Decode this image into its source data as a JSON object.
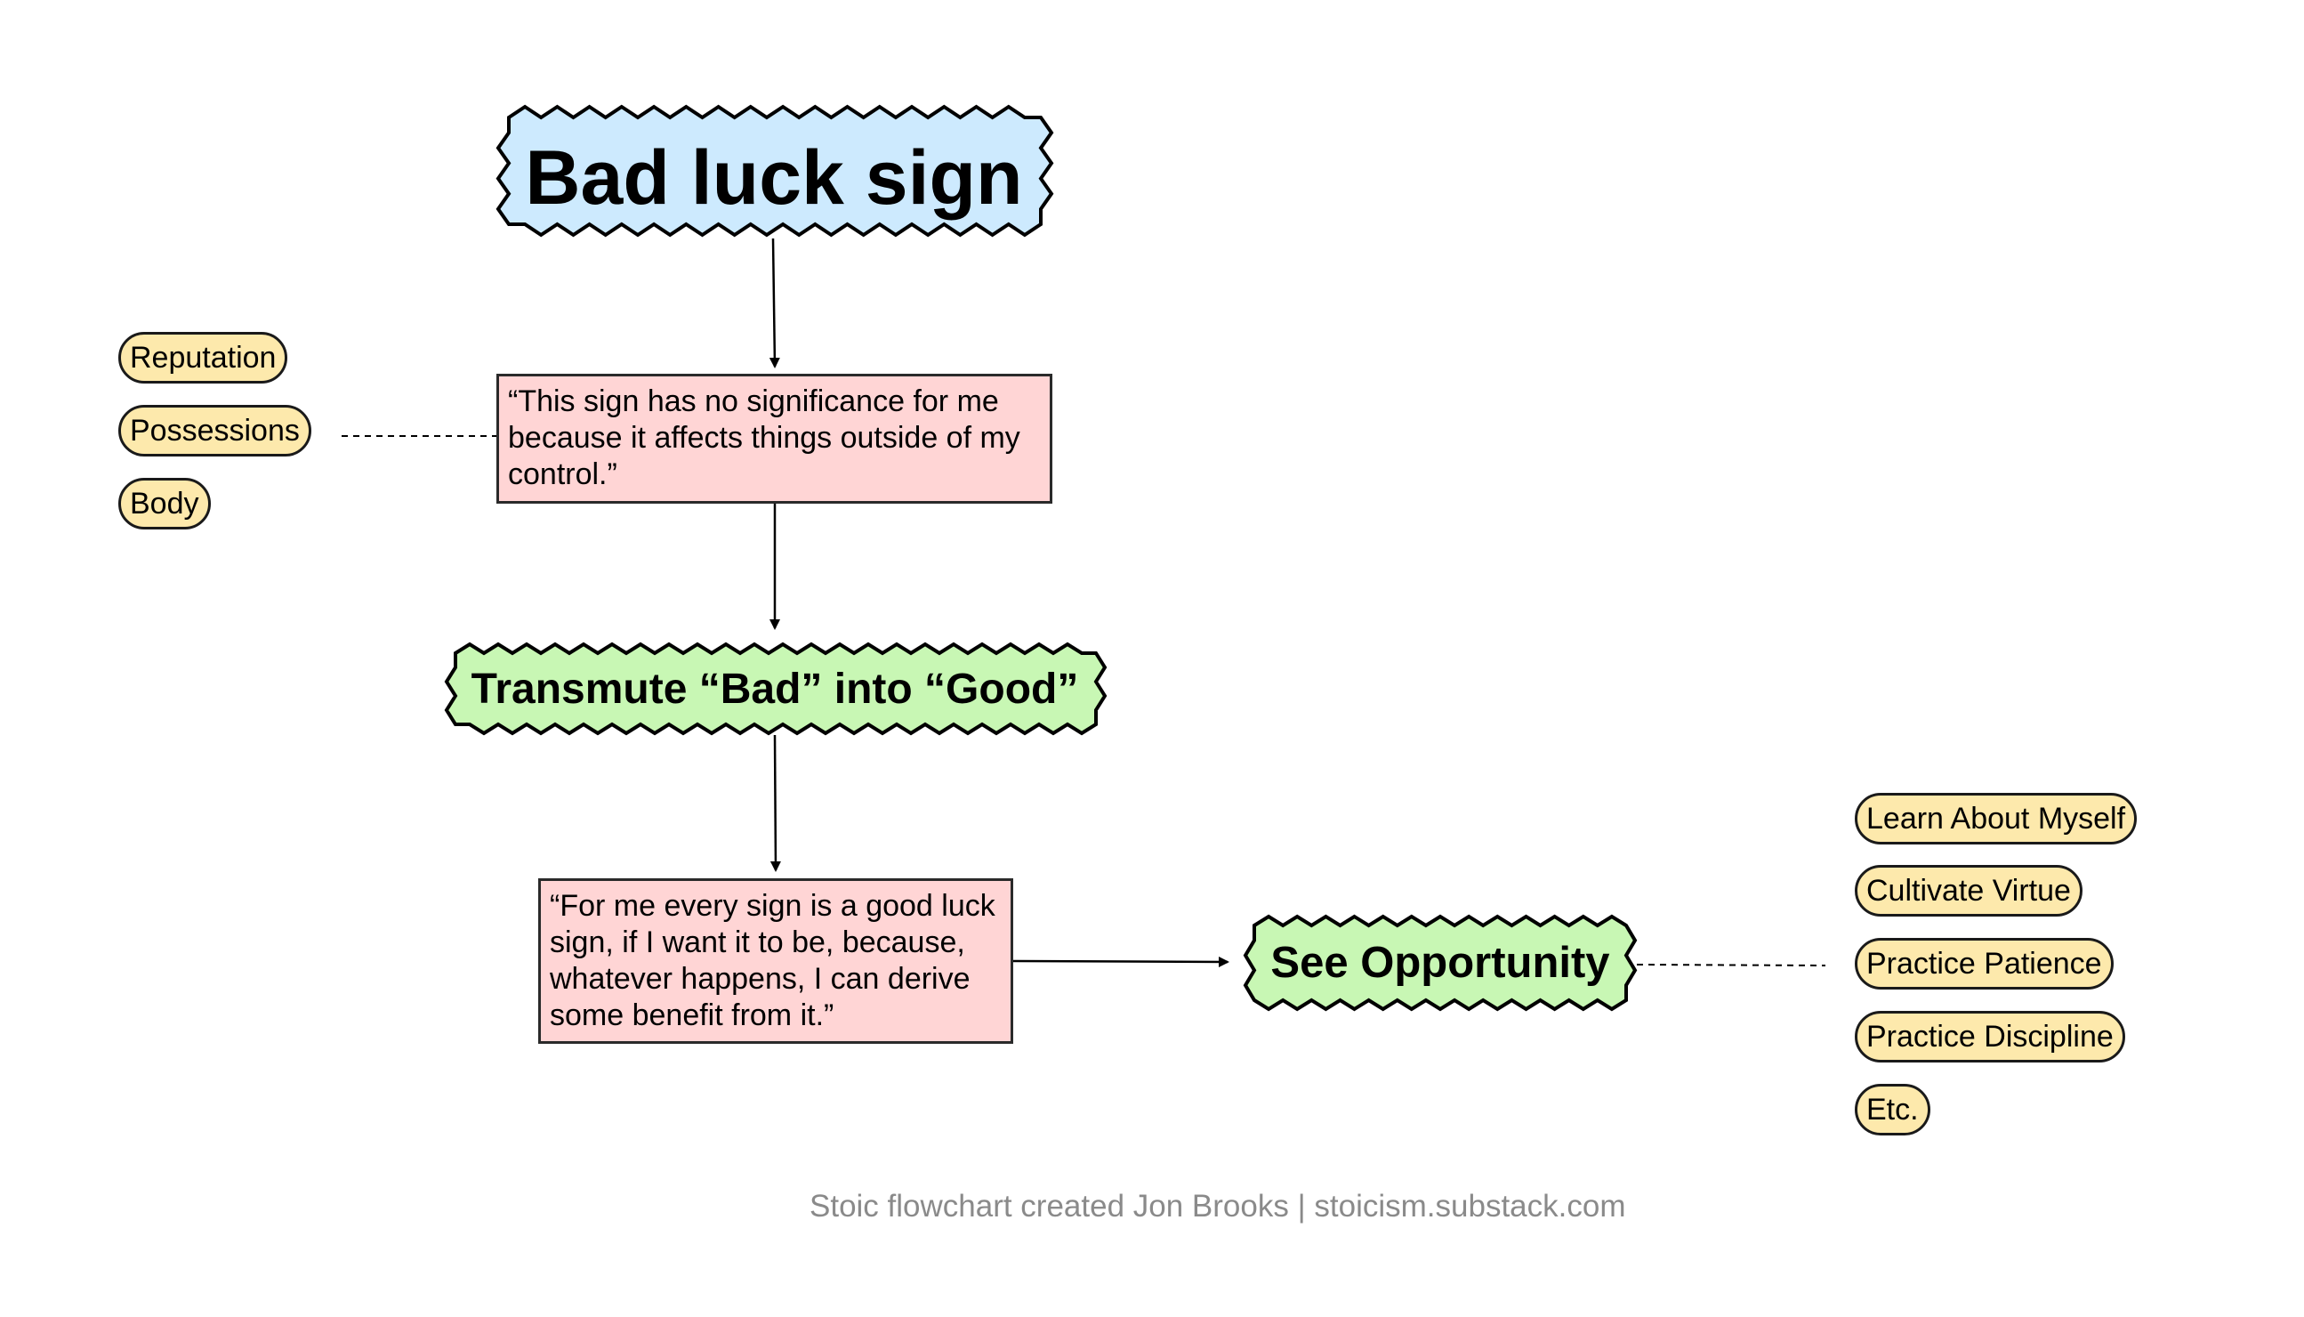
{
  "nodes": {
    "start": {
      "label": "Bad luck sign",
      "fill": "#cdeafe"
    },
    "control_quote": {
      "text": "“This sign has no significance for me because it affects things outside of my control.”",
      "fill": "#ffd5d5"
    },
    "transmute": {
      "label": "Transmute “Bad” into “Good”",
      "fill": "#c8f7b4"
    },
    "benefit_quote": {
      "text": "“For me every sign is a good luck sign, if I want it to be, because, whatever happens, I can derive some benefit from it.”",
      "fill": "#ffd5d5"
    },
    "opportunity": {
      "label": "See Opportunity",
      "fill": "#c8f7b4"
    }
  },
  "outside_control_tags": [
    "Reputation",
    "Possessions",
    "Body"
  ],
  "opportunity_tags": [
    "Learn About Myself",
    "Cultivate Virtue",
    "Practice Patience",
    "Practice Discipline",
    "Etc."
  ],
  "tag_fill": "#fde9ac",
  "edges": [
    {
      "from": "start",
      "to": "control_quote",
      "style": "arrow"
    },
    {
      "from": "control_quote",
      "to": "transmute",
      "style": "arrow"
    },
    {
      "from": "transmute",
      "to": "benefit_quote",
      "style": "arrow"
    },
    {
      "from": "benefit_quote",
      "to": "opportunity",
      "style": "arrow"
    },
    {
      "from": "outside_control_tags",
      "to": "control_quote",
      "style": "dashed"
    },
    {
      "from": "opportunity",
      "to": "opportunity_tags",
      "style": "dashed"
    }
  ],
  "footer": "Stoic flowchart created Jon Brooks | stoicism.substack.com"
}
